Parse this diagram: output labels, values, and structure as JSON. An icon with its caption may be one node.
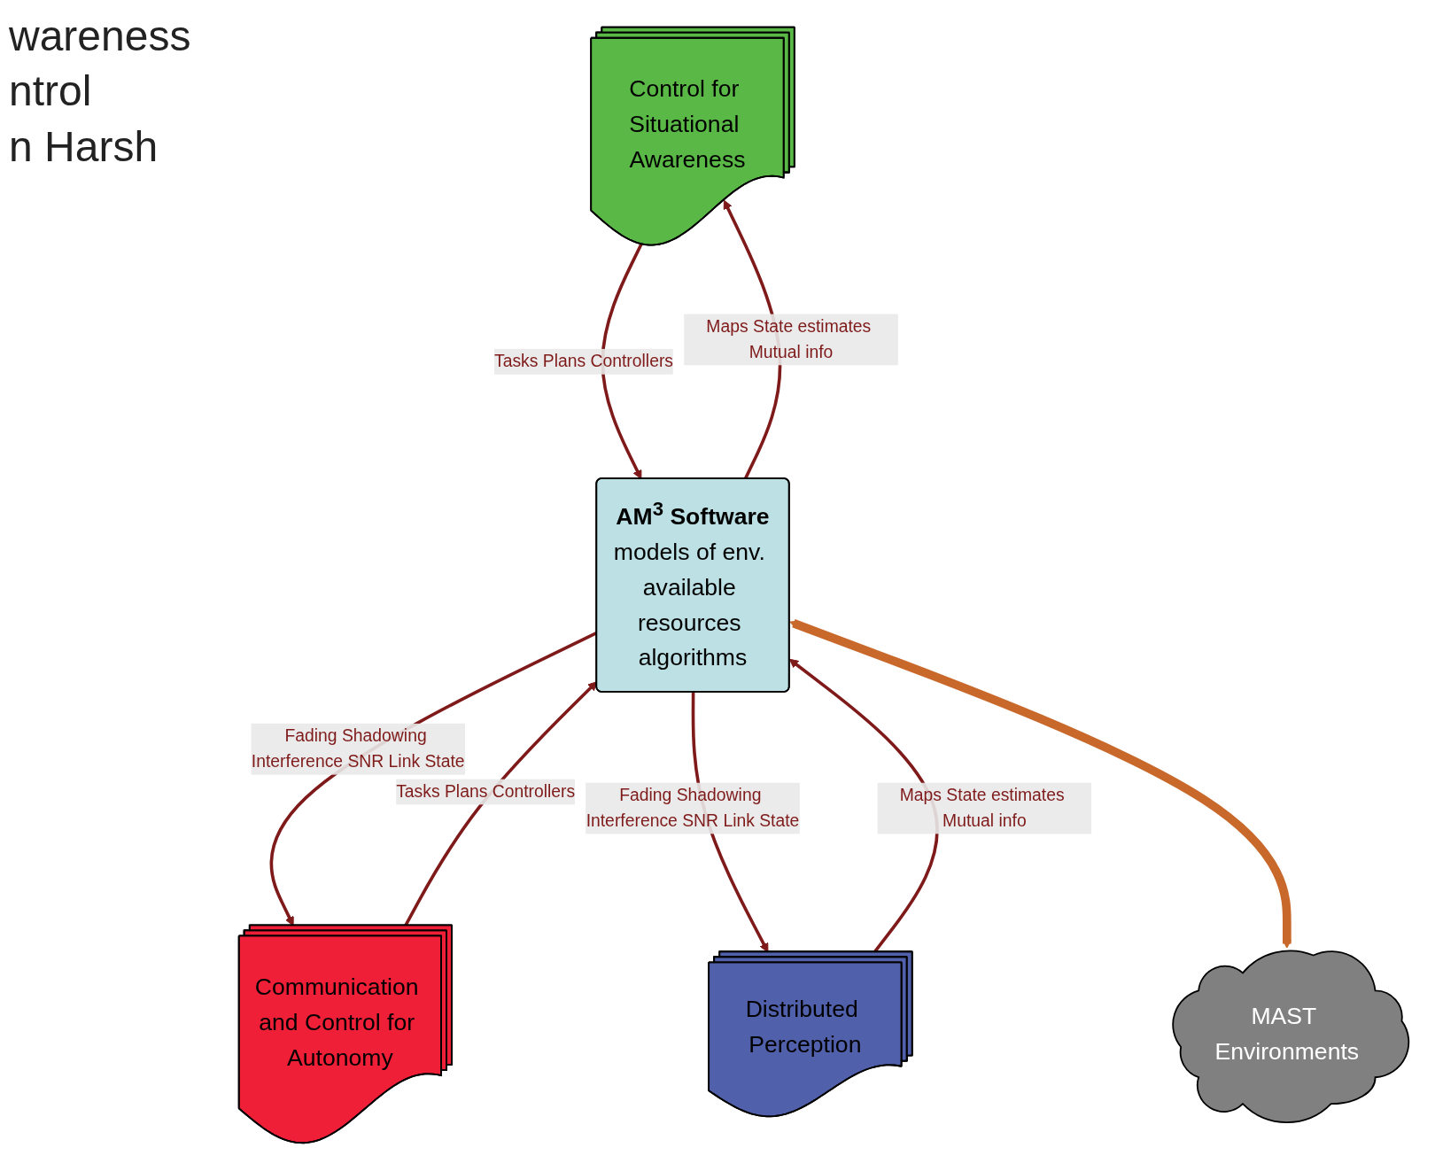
{
  "diagram": {
    "nodes": [
      {
        "text": [
          "Control for Situational Awareness"
        ]
      },
      {
        "text": [
          "AM$^{3}$ Software",
          "models of env. available resources algorithms"
        ]
      },
      {
        "text": [
          "Communication and Control for Autonomy"
        ]
      },
      {
        "text": [
          "Distributed Perception"
        ]
      },
      {
        "text": [
          "MAST Environments"
        ]
      }
    ],
    "edges": [
      {
        "from": 0,
        "to": 1,
        "arrow": "to",
        "label": "Tasks Plans Controllers"
      },
      {
        "from": 1,
        "to": 0,
        "arrow": "to",
        "label": "Maps State estimates Mutual info"
      },
      {
        "from": 2,
        "to": 1,
        "arrow": "to",
        "label": "Tasks Plans Controllers"
      },
      {
        "from": 1,
        "to": 2,
        "arrow": "to",
        "label": "Fading Shadowing Interference SNR Link State"
      },
      {
        "from": 3,
        "to": 1,
        "arrow": "to",
        "label": "Maps State estimates Mutual info"
      },
      {
        "from": 1,
        "to": 3,
        "arrow": "to",
        "label": "Fading Shadowing Interference SNR Link State"
      },
      {
        "from": 1,
        "to": 4,
        "arrow": "both",
        "style": "thick",
        "color": "#c8682a"
      }
    ],
    "labels": [
      "wareness",
      "ntrol",
      "n Harsh"
    ]
  }
}
